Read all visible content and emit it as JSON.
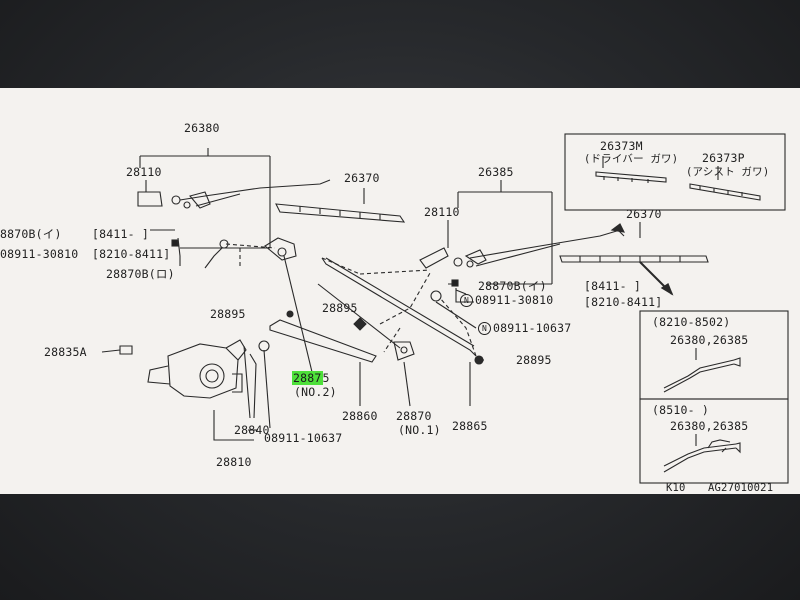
{
  "labels": {
    "p26380_top": "26380",
    "p28110_left": "28110",
    "p28870B_i_left": "8870B(イ)",
    "range_8411_left": "[8411-  ]",
    "p08911_30810_left": "08911-30810",
    "range_8210_8411_left": "[8210-8411]",
    "p28870B_ro": "28870B(ロ)",
    "p26370_left": "26370",
    "p26385": "26385",
    "p28110_right": "28110",
    "p28870B_i_right": "28870B(イ)",
    "range_8411_right": "[8411-  ]",
    "p08911_30810_right": "08911-30810",
    "range_8210_8411_right": "[8210-8411]",
    "p08911_10637_right": "08911-10637",
    "p28895_right": "28895",
    "p28895_center": "28895",
    "p28895_left": "28895",
    "p28835A": "28835A",
    "p28875_hl": "2887",
    "p28875_rest": "5",
    "p28875_no2": "(NO.2)",
    "p28860": "28860",
    "p28870": "28870",
    "p28870_no1": "(NO.1)",
    "p28865": "28865",
    "p28840": "28840",
    "p08911_10637_bottom": "08911-10637",
    "p28810": "28810",
    "p26373M": "26373M",
    "driver_side": "(ドライバー ガワ)",
    "p26373P": "26373P",
    "assist_side": "(アシスト ガワ)",
    "p26370_right": "26370",
    "n_mark": "N"
  },
  "inset1": {
    "range": "(8210-8502)",
    "parts": "26380,26385"
  },
  "inset2": {
    "range": "(8510-   )",
    "parts": "26380,26385"
  },
  "footer": {
    "code": "K10",
    "ref": "AG27010021"
  }
}
